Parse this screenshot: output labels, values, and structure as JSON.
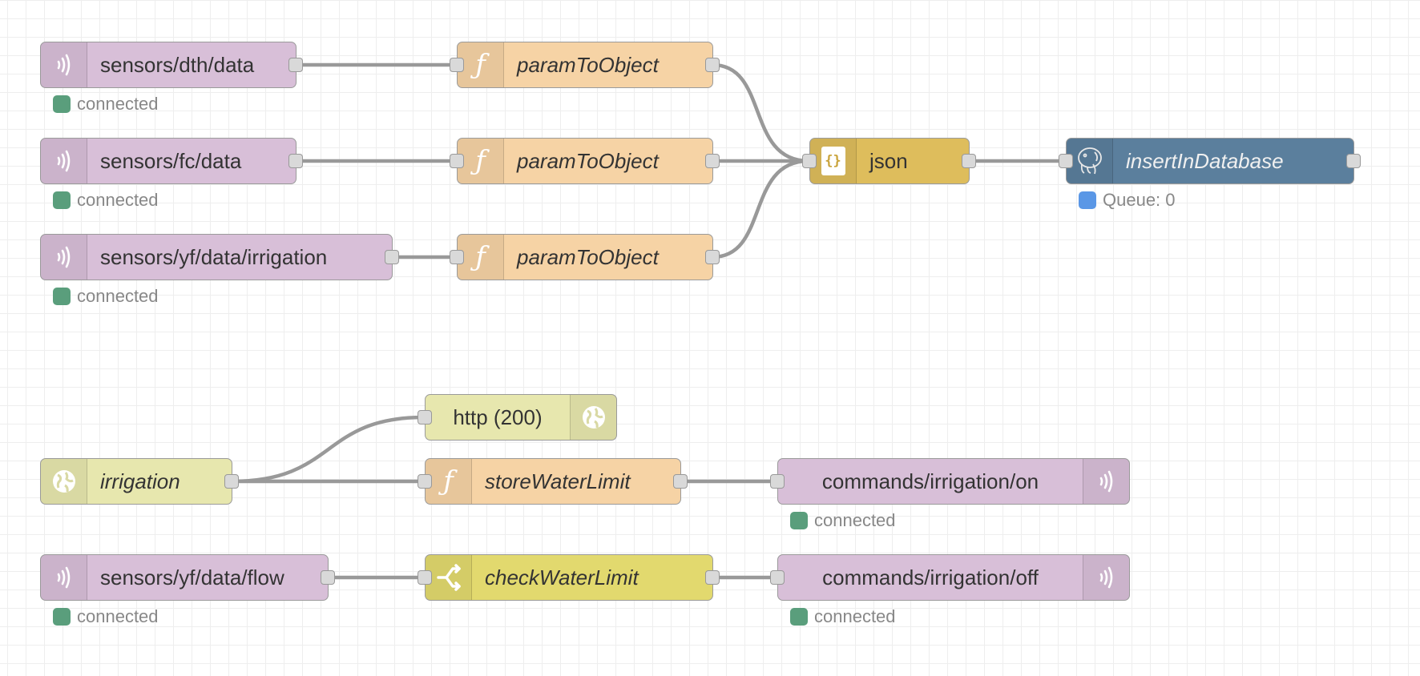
{
  "colors": {
    "mqtt": "#d8bfd8",
    "function": "#f6d3a5",
    "json": "#debd5c",
    "database": "#5b7f9d",
    "http": "#e7e7ae",
    "switch": "#e2d96e",
    "wire": "#999999",
    "status_connected": "#5a9e7c",
    "status_queue": "#5a97e6"
  },
  "nodes": {
    "mqtt_in_dth": {
      "label": "sensors/dth/data",
      "icon": "bridge-icon",
      "status": "connected"
    },
    "mqtt_in_fc": {
      "label": "sensors/fc/data",
      "icon": "bridge-icon",
      "status": "connected"
    },
    "mqtt_in_irrigation": {
      "label": "sensors/yf/data/irrigation",
      "icon": "bridge-icon",
      "status": "connected"
    },
    "func_1": {
      "label": "paramToObject",
      "icon": "function-icon"
    },
    "func_2": {
      "label": "paramToObject",
      "icon": "function-icon"
    },
    "func_3": {
      "label": "paramToObject",
      "icon": "function-icon"
    },
    "json": {
      "label": "json",
      "icon": "json-icon"
    },
    "db": {
      "label": "insertInDatabase",
      "icon": "postgres-elephant-icon",
      "status": "Queue: 0"
    },
    "http_response": {
      "label": "http (200)",
      "icon": "globe-icon"
    },
    "http_in": {
      "label": "irrigation",
      "icon": "globe-icon"
    },
    "store_func": {
      "label": "storeWaterLimit",
      "icon": "function-icon"
    },
    "mqtt_out_on": {
      "label": "commands/irrigation/on",
      "icon": "bridge-icon",
      "status": "connected"
    },
    "mqtt_in_flow": {
      "label": "sensors/yf/data/flow",
      "icon": "bridge-icon",
      "status": "connected"
    },
    "switch": {
      "label": "checkWaterLimit",
      "icon": "switch-icon"
    },
    "mqtt_out_off": {
      "label": "commands/irrigation/off",
      "icon": "bridge-icon",
      "status": "connected"
    }
  }
}
